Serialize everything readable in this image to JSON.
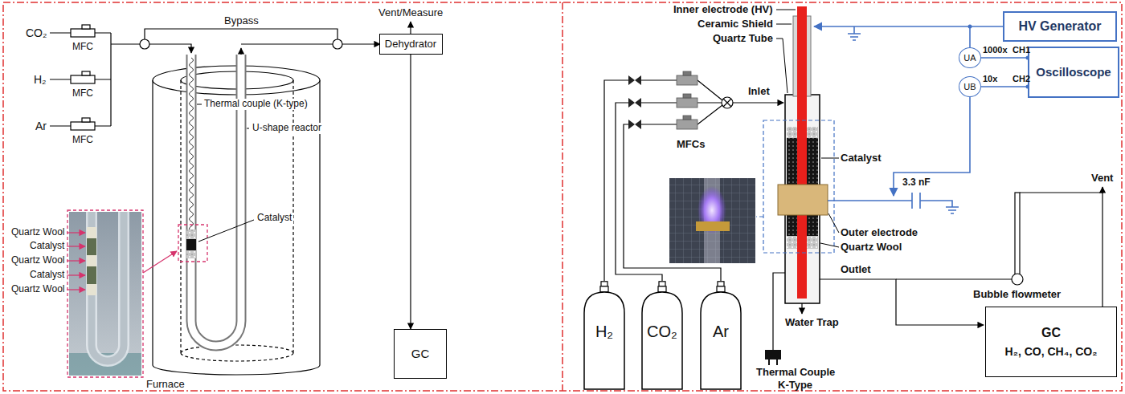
{
  "diagram": {
    "nodes": [
      {
        "text": [
          "MFC"
        ]
      },
      {
        "text": [
          "MFC"
        ]
      },
      {
        "text": [
          "MFC"
        ]
      },
      {
        "text": [
          "Dehydrator"
        ]
      },
      {
        "text": [
          "GC"
        ]
      },
      {
        "text": [
          "H₂"
        ]
      },
      {
        "text": [
          "CO₂"
        ]
      },
      {
        "text": [
          "Ar"
        ]
      },
      {
        "text": [
          "HV Generator"
        ]
      },
      {
        "text": [
          "UA"
        ]
      },
      {
        "text": [
          "UB"
        ]
      },
      {
        "text": [
          "Oscilloscope"
        ]
      },
      {
        "text": [
          "GC",
          "H₂, CO, CH₄, CO₂"
        ]
      }
    ],
    "edges": [
      {
        "from": 3,
        "to": 4,
        "arrow": "to"
      },
      {
        "from": 9,
        "to": 11,
        "arrow": "none"
      },
      {
        "from": 10,
        "to": 11,
        "arrow": "none"
      }
    ],
    "labels": [
      "CO₂",
      "H₂",
      "Ar",
      "Bypass",
      "Vent/Measure",
      "Thermal couple (K-type)",
      "U-shape reactor",
      "Catalyst",
      "Quartz Wool",
      "Catalyst",
      "Quartz Wool",
      "Catalyst",
      "Quartz Wool",
      "Furnace",
      "Inner electrode (HV)",
      "Ceramic Shield",
      "Quartz Tube",
      "1000x",
      "CH1",
      "10x",
      "CH2",
      "Inlet",
      "MFCs",
      "Catalyst",
      "Outer electrode",
      "Quartz Wool",
      "3.3 nF",
      "Vent",
      "Outlet",
      "Bubble flowmeter",
      "Water Trap",
      "Thermal Couple",
      "K-Type"
    ]
  }
}
